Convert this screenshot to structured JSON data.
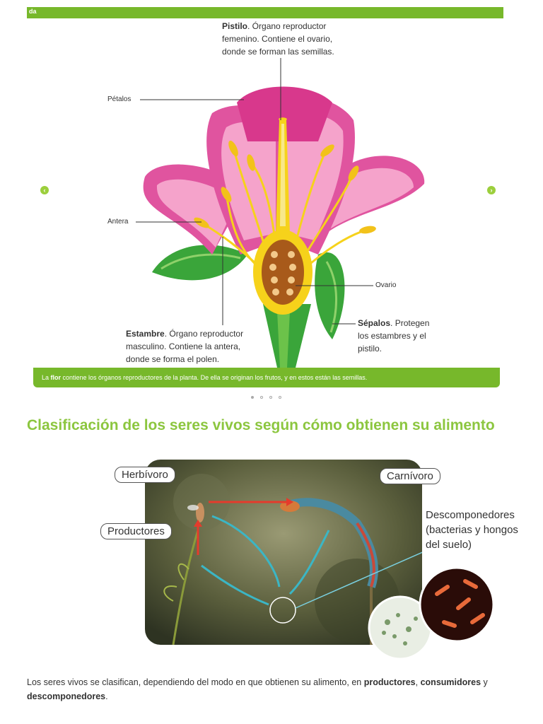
{
  "topbar": {
    "text": "da"
  },
  "flower_figure": {
    "labels": {
      "pistilo_title": "Pistilo",
      "pistilo_desc": ". Órgano reproductor femenino. Contiene el ovario, donde se forman las semillas.",
      "petalos": "Pétalos",
      "antera": "Antera",
      "ovario": "Ovario",
      "sepalos_title": "Sépalos",
      "sepalos_desc": ". Protegen los estambres y el pistilo.",
      "estambre_title": "Estambre",
      "estambre_desc": ". Órgano reproductor masculino. Contiene la antera, donde se forma el polen."
    },
    "caption": {
      "prefix": "La ",
      "bold": "flor",
      "rest": " contiene los órganos reproductores de la planta. De ella se originan los frutos, y en estos están las semillas."
    },
    "nav_prev_icon": "chevron-left-icon",
    "nav_next_icon": "chevron-right-icon",
    "nav_prev_glyph": "‹",
    "nav_next_glyph": "›",
    "dot_count": 4,
    "active_dot": 1
  },
  "section": {
    "title": "Clasificación de los seres vivos según cómo obtienen su alimento"
  },
  "food_chain_figure": {
    "herbivoro": "Herbívoro",
    "carnivoro": "Carnívoro",
    "productores": "Productores",
    "descomponedores": "Descomponedores (bacterias y hongos del suelo)"
  },
  "paragraph": {
    "text1": "Los seres vivos se clasifican, dependiendo del modo en que obtienen su alimento, en ",
    "b1": "productores",
    "t2": ", ",
    "b2": "consumidores",
    "t3": " y ",
    "b3": "descomponedores",
    "t4": "."
  },
  "colors": {
    "accent_green": "#77b82b",
    "title_green": "#8cc63f",
    "petal_pink": "#e0549f",
    "petal_light": "#f5a3cb",
    "stem_green": "#3aa53a",
    "pistil_yellow": "#f6d21b",
    "arrow_red": "#e53b2c",
    "arrow_teal": "#3bb6c5"
  }
}
